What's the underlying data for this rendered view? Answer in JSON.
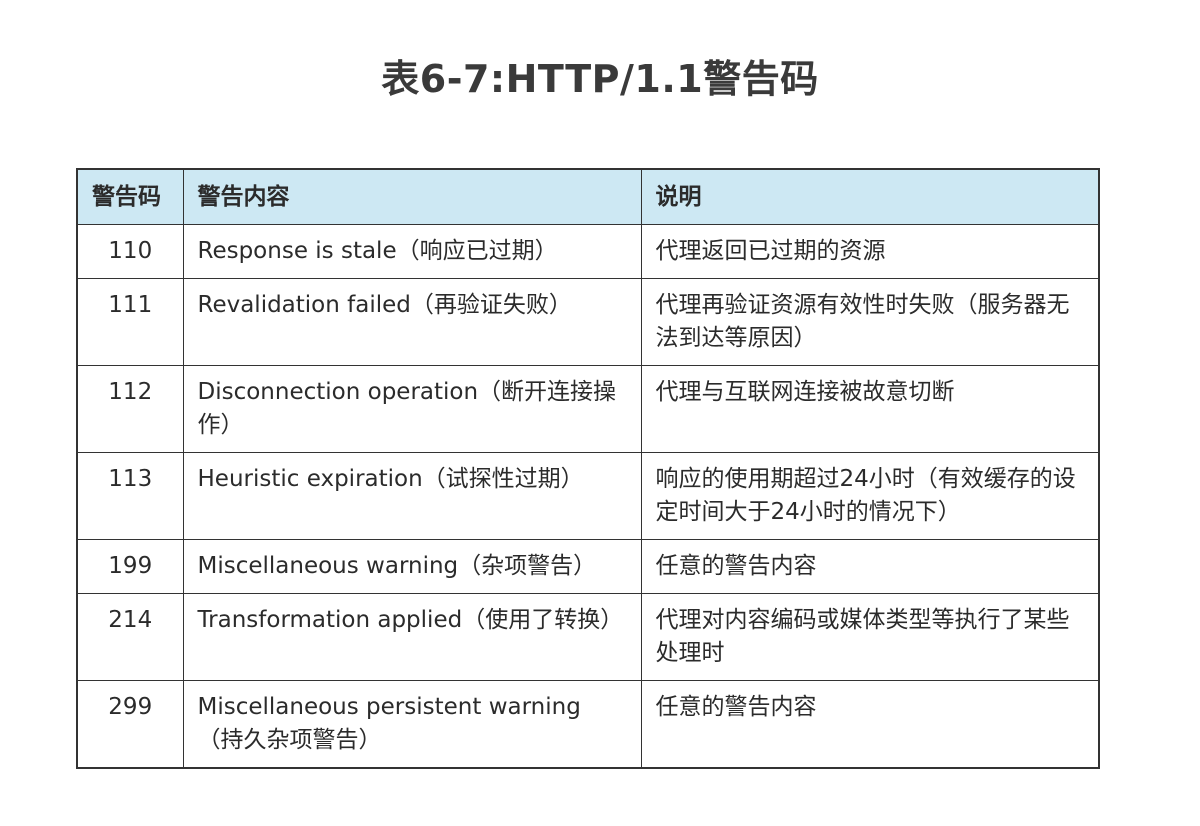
{
  "title": "表6-7:HTTP/1.1警告码",
  "table": {
    "headers": {
      "code": "警告码",
      "content": "警告内容",
      "description": "说明"
    },
    "rows": [
      {
        "code": "110",
        "content": "Response is stale（响应已过期）",
        "description": "代理返回已过期的资源"
      },
      {
        "code": "111",
        "content": "Revalidation failed（再验证失败）",
        "description": "代理再验证资源有效性时失败（服务器无法到达等原因）"
      },
      {
        "code": "112",
        "content": "Disconnection operation（断开连接操作）",
        "description": "代理与互联网连接被故意切断"
      },
      {
        "code": "113",
        "content": "Heuristic expiration（试探性过期）",
        "description": "响应的使用期超过24小时（有效缓存的设定时间大于24小时的情况下）"
      },
      {
        "code": "199",
        "content": "Miscellaneous warning（杂项警告）",
        "description": "任意的警告内容"
      },
      {
        "code": "214",
        "content": "Transformation applied（使用了转换）",
        "description": "代理对内容编码或媒体类型等执行了某些处理时"
      },
      {
        "code": "299",
        "content": "Miscellaneous persistent warning（持久杂项警告）",
        "description": "任意的警告内容"
      }
    ]
  }
}
